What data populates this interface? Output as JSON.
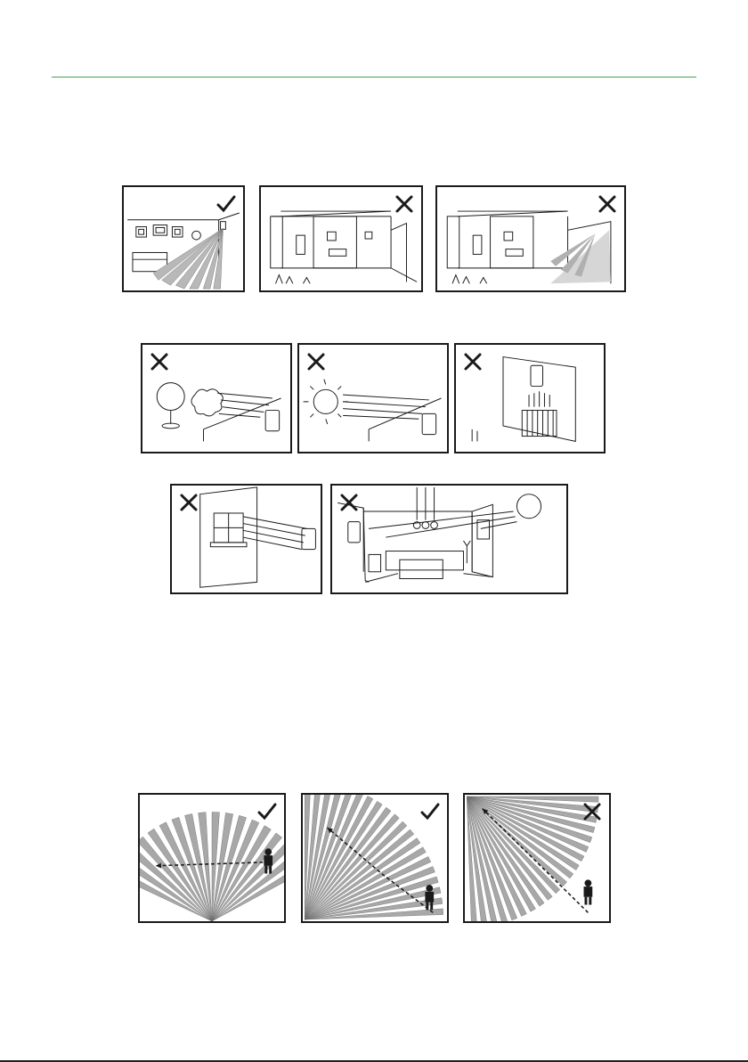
{
  "page": {
    "accent_color": "#3aa64a",
    "line_color": "#1a1a1a"
  },
  "rows": [
    {
      "name": "placement-row",
      "panels": [
        {
          "scene": "living-room-corner-sensor",
          "verdict": "correct",
          "mark_icon": "check-icon"
        },
        {
          "scene": "house-veranda-outdoor",
          "verdict": "incorrect",
          "mark_icon": "cross-icon"
        },
        {
          "scene": "house-veranda-sensor-coverage",
          "verdict": "incorrect",
          "mark_icon": "cross-icon"
        }
      ]
    },
    {
      "name": "heat-sources-row",
      "panels": [
        {
          "scene": "fan-air-flow",
          "verdict": "incorrect",
          "mark_icon": "cross-icon"
        },
        {
          "scene": "sunlight",
          "verdict": "incorrect",
          "mark_icon": "cross-icon"
        },
        {
          "scene": "radiator-heat",
          "verdict": "incorrect",
          "mark_icon": "cross-icon"
        }
      ]
    },
    {
      "name": "light-sources-row",
      "panels": [
        {
          "scene": "window-light",
          "verdict": "incorrect",
          "mark_icon": "cross-icon"
        },
        {
          "scene": "room-sunlight-and-lamps",
          "verdict": "incorrect",
          "mark_icon": "cross-icon"
        }
      ]
    },
    {
      "name": "walk-direction-row",
      "panels": [
        {
          "scene": "walk-across-beams",
          "verdict": "correct",
          "mark_icon": "check-icon"
        },
        {
          "scene": "walk-diagonal-across-beams",
          "verdict": "correct",
          "mark_icon": "check-icon"
        },
        {
          "scene": "walk-toward-sensor",
          "verdict": "incorrect",
          "mark_icon": "cross-icon"
        }
      ]
    }
  ]
}
